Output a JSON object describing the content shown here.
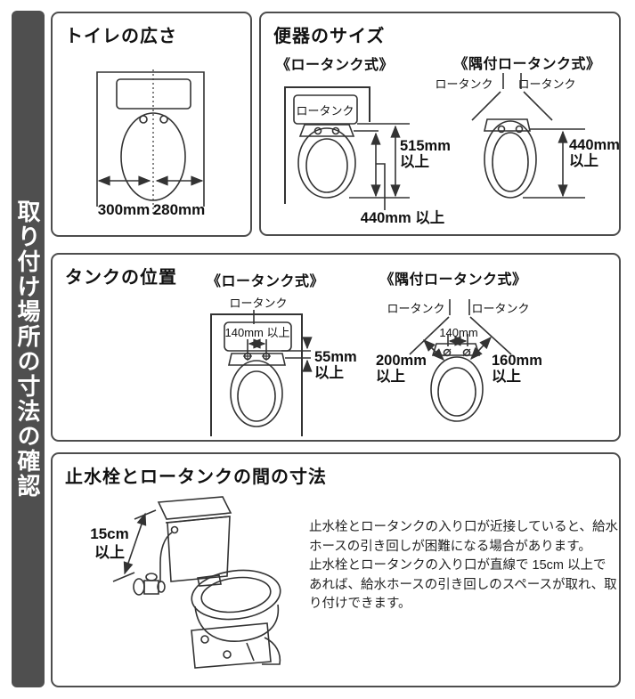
{
  "sidebar": {
    "label": "取り付け場所の寸法の確認"
  },
  "toilet_space": {
    "title": "トイレの広さ",
    "dim_left": "300mm",
    "dim_right": "280mm"
  },
  "bowl_size": {
    "title": "便器のサイズ",
    "low_tank": {
      "subtitle": "《ロータンク式》",
      "tank_label": "ロータンク",
      "dim_height_value": "515mm",
      "dim_height_suffix": "以上",
      "dim_depth": "440mm 以上"
    },
    "corner_tank": {
      "subtitle": "《隅付ロータンク式》",
      "tank_label_left": "ロータンク",
      "tank_label_right": "ロータンク",
      "dim_depth_value": "440mm",
      "dim_depth_suffix": "以上"
    }
  },
  "tank_position": {
    "title": "タンクの位置",
    "low_tank": {
      "subtitle": "《ロータンク式》",
      "tank_label": "ロータンク",
      "dim_width": "140mm 以上",
      "dim_gap_value": "55mm",
      "dim_gap_suffix": "以上"
    },
    "corner_tank": {
      "subtitle": "《隅付ロータンク式》",
      "tank_label_left": "ロータンク",
      "tank_label_right": "ロータンク",
      "dim_bolt_pitch": "140mm",
      "dim_left_value": "200mm",
      "dim_left_suffix": "以上",
      "dim_right_value": "160mm",
      "dim_right_suffix": "以上"
    }
  },
  "valve_clearance": {
    "title": "止水栓とロータンクの間の寸法",
    "dim_value": "15cm",
    "dim_suffix": "以上",
    "body_text": "止水栓とロータンクの入り口が近接していると、給水\nホースの引き回しが困難になる場合があります。\n止水栓とロータンクの入り口が直線で 15cm 以上で\nあれば、給水ホースの引き回しのスペースが取れ、取\nり付けできます。"
  }
}
